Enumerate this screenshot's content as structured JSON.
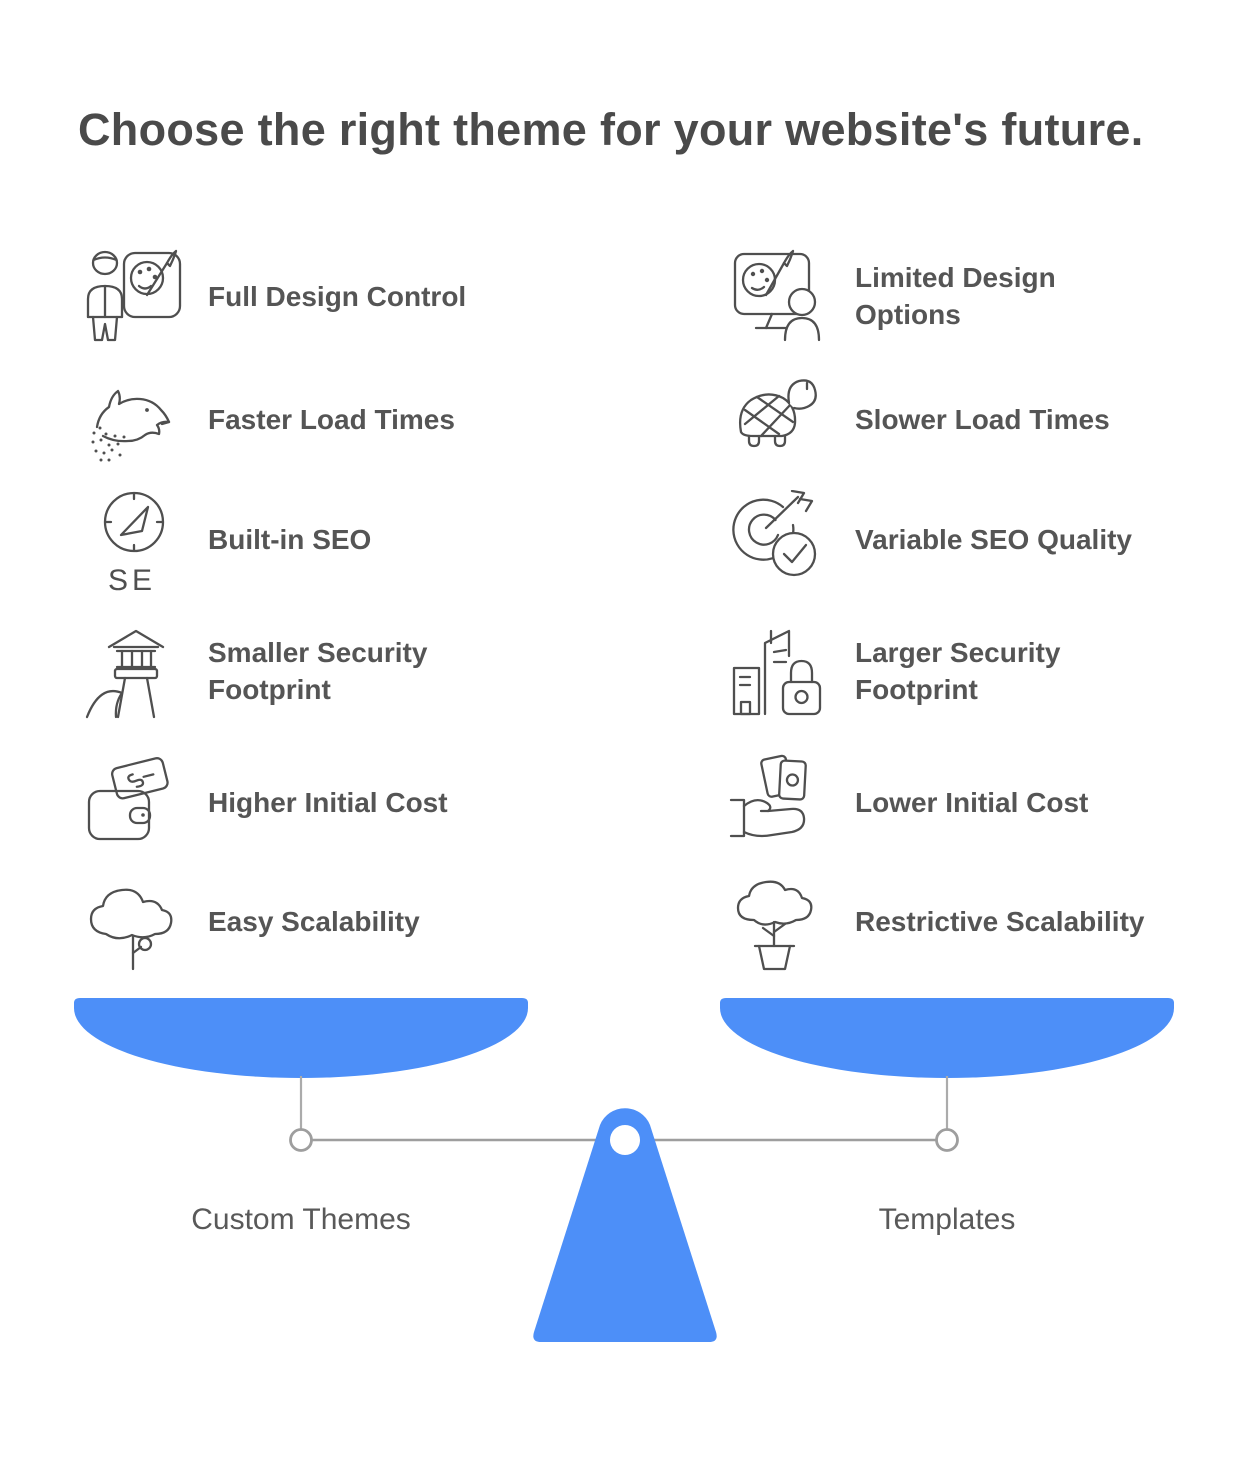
{
  "title": "Choose the right theme for your website's future.",
  "comparison": {
    "left": {
      "items": [
        {
          "icon": "artist-canvas-icon",
          "label": "Full Design Control"
        },
        {
          "icon": "cheetah-icon",
          "label": "Faster Load Times"
        },
        {
          "icon": "seo-compass-icon",
          "icon_text": "SE",
          "label": "Built-in SEO"
        },
        {
          "icon": "lighthouse-icon",
          "label": "Smaller Security\nFootprint"
        },
        {
          "icon": "wallet-cash-icon",
          "label": "Higher Initial Cost"
        },
        {
          "icon": "cloud-tree-icon",
          "label": "Easy Scalability"
        }
      ]
    },
    "right": {
      "items": [
        {
          "icon": "monitor-palette-icon",
          "label": "Limited Design\nOptions"
        },
        {
          "icon": "turtle-icon",
          "label": "Slower Load Times"
        },
        {
          "icon": "target-dart-check-icon",
          "label": "Variable SEO Quality"
        },
        {
          "icon": "city-lock-icon",
          "label": "Larger Security\nFootprint"
        },
        {
          "icon": "hand-cash-icon",
          "label": "Lower Initial Cost"
        },
        {
          "icon": "potted-plant-icon",
          "label": "Restrictive Scalability"
        }
      ]
    }
  },
  "scale": {
    "left_label": "Custom Themes",
    "right_label": "Templates"
  },
  "colors": {
    "accent-blue": "#4D8FF8",
    "icon-stroke": "#4F4F4F",
    "title-color": "#4A4A4A",
    "label-color": "#555555",
    "scale-label-color": "#595959",
    "beam-gray": "#9E9E9E",
    "bg": "#FFFFFF"
  }
}
